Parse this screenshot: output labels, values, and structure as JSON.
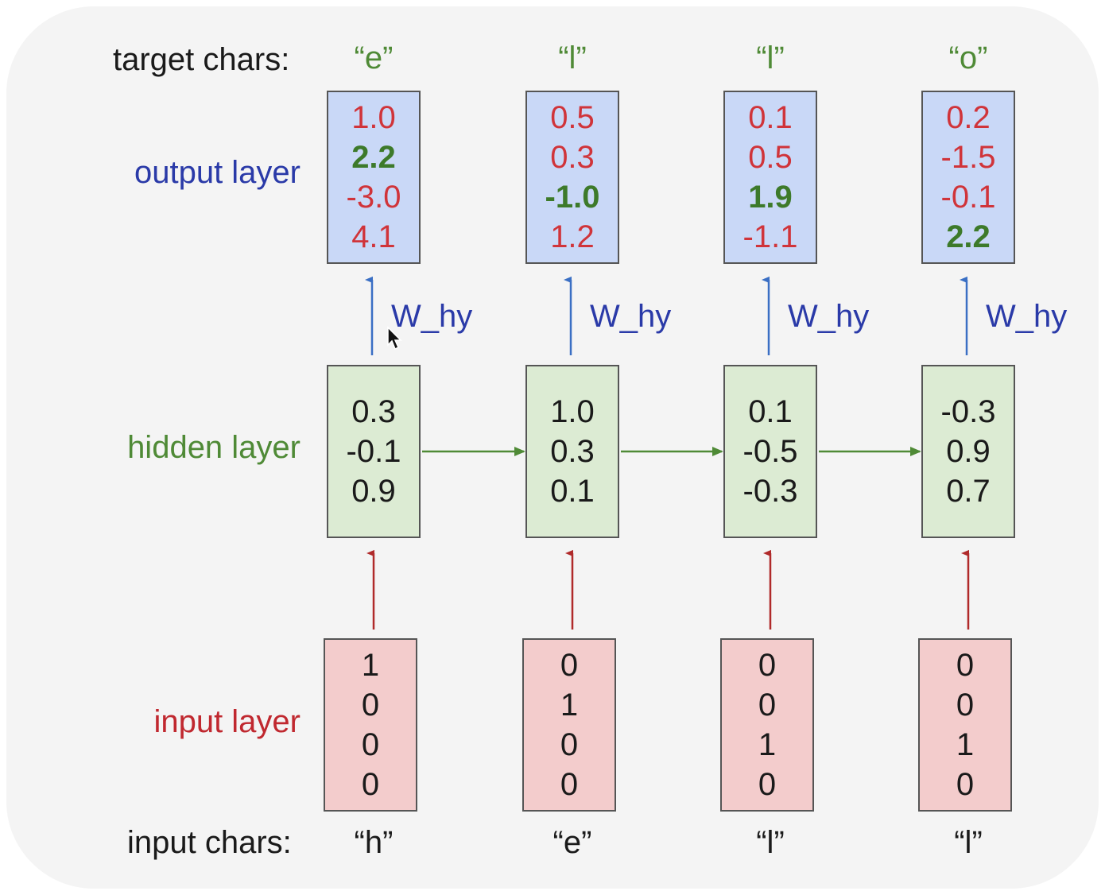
{
  "labels": {
    "target_chars": "target chars:",
    "output_layer": "output layer",
    "hidden_layer": "hidden layer",
    "input_layer": "input layer",
    "input_chars": "input chars:"
  },
  "colors": {
    "output_label": "#2a3aa8",
    "hidden_label": "#4f8a36",
    "input_label": "#c0282f",
    "output_box": "#c9d8f7",
    "hidden_box": "#dcebd3",
    "input_box": "#f3cccc",
    "arrow_why": "#3a6fc4",
    "arrow_hh": "#4f8a36",
    "arrow_xh": "#b02a2a"
  },
  "weight_label": "W_hy",
  "columns": [
    {
      "target": "“e”",
      "output": [
        {
          "v": "1.0",
          "hi": false
        },
        {
          "v": "2.2",
          "hi": true
        },
        {
          "v": "-3.0",
          "hi": false
        },
        {
          "v": "4.1",
          "hi": false
        }
      ],
      "hidden": [
        "0.3",
        "-0.1",
        "0.9"
      ],
      "input": [
        "1",
        "0",
        "0",
        "0"
      ],
      "char": "“h”"
    },
    {
      "target": "“l”",
      "output": [
        {
          "v": "0.5",
          "hi": false
        },
        {
          "v": "0.3",
          "hi": false
        },
        {
          "v": "-1.0",
          "hi": true
        },
        {
          "v": "1.2",
          "hi": false
        }
      ],
      "hidden": [
        "1.0",
        "0.3",
        "0.1"
      ],
      "input": [
        "0",
        "1",
        "0",
        "0"
      ],
      "char": "“e”"
    },
    {
      "target": "“l”",
      "output": [
        {
          "v": "0.1",
          "hi": false
        },
        {
          "v": "0.5",
          "hi": false
        },
        {
          "v": "1.9",
          "hi": true
        },
        {
          "v": "-1.1",
          "hi": false
        }
      ],
      "hidden": [
        "0.1",
        "-0.5",
        "-0.3"
      ],
      "input": [
        "0",
        "0",
        "1",
        "0"
      ],
      "char": "“l”"
    },
    {
      "target": "“o”",
      "output": [
        {
          "v": "0.2",
          "hi": false
        },
        {
          "v": "-1.5",
          "hi": false
        },
        {
          "v": "-0.1",
          "hi": false
        },
        {
          "v": "2.2",
          "hi": true
        }
      ],
      "hidden": [
        "-0.3",
        "0.9",
        "0.7"
      ],
      "input": [
        "0",
        "0",
        "1",
        "0"
      ],
      "char": "“l”"
    }
  ]
}
